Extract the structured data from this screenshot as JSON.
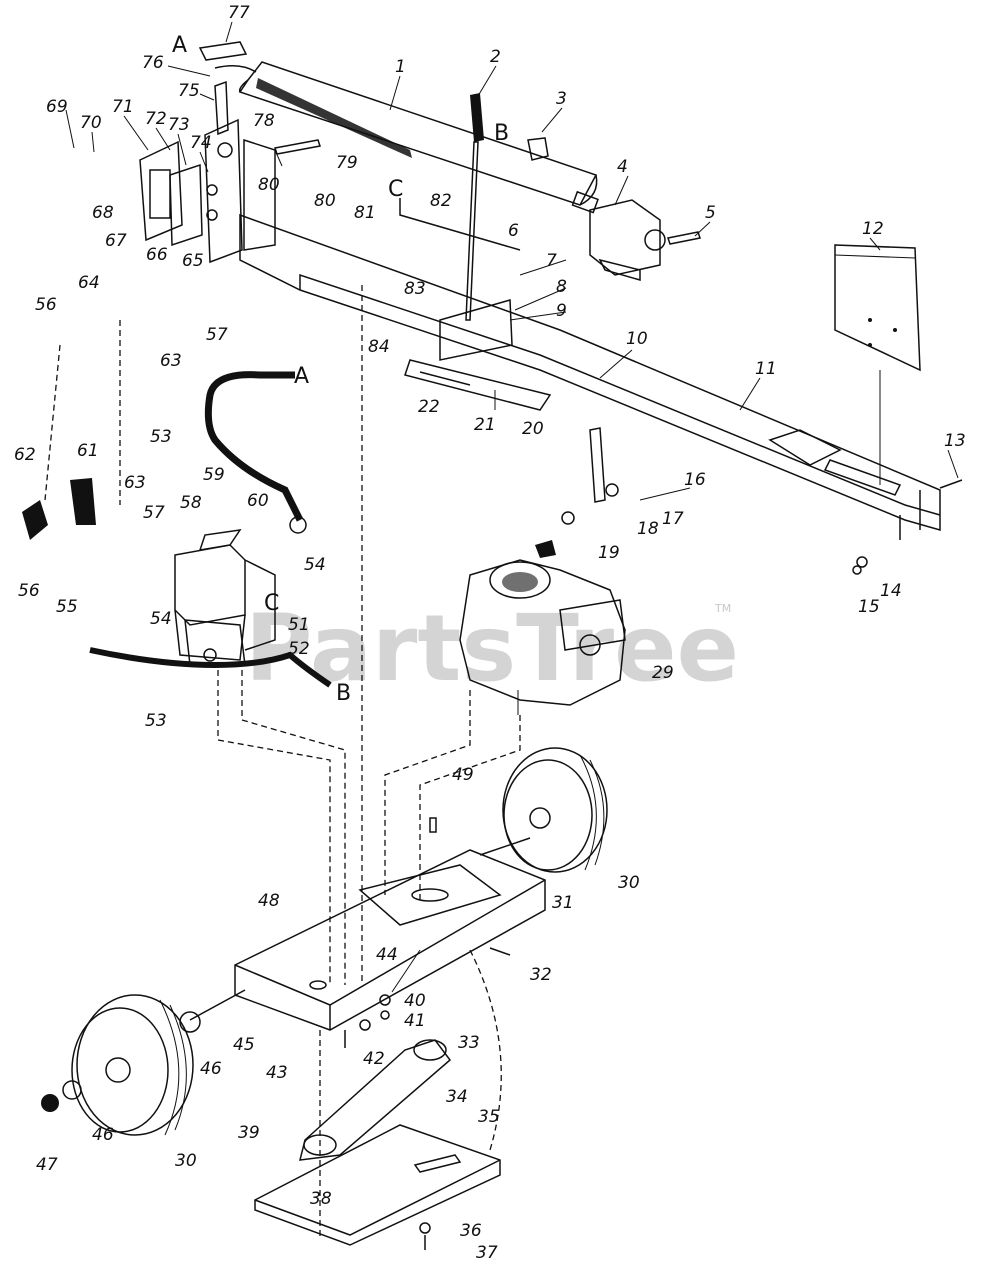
{
  "watermark": "PartsTree",
  "trademark": "TM",
  "connector_letters": [
    {
      "id": "A-top",
      "text": "A"
    },
    {
      "id": "B-top",
      "text": "B"
    },
    {
      "id": "C-top",
      "text": "C"
    },
    {
      "id": "A-hose",
      "text": "A"
    },
    {
      "id": "C-pump",
      "text": "C"
    },
    {
      "id": "B-hose",
      "text": "B"
    }
  ],
  "part_labels": [
    "77",
    "76",
    "75",
    "1",
    "2",
    "3",
    "69",
    "70",
    "71",
    "72",
    "73",
    "74",
    "78",
    "79",
    "4",
    "5",
    "68",
    "67",
    "66",
    "65",
    "80",
    "80",
    "82",
    "6",
    "81",
    "12",
    "7",
    "8",
    "9",
    "64",
    "56",
    "57",
    "83",
    "84",
    "10",
    "11",
    "63",
    "22",
    "21",
    "20",
    "13",
    "53",
    "62",
    "61",
    "63",
    "59",
    "16",
    "17",
    "18",
    "58",
    "60",
    "57",
    "19",
    "54",
    "56",
    "55",
    "51",
    "52",
    "29",
    "14",
    "15",
    "54",
    "53",
    "49",
    "30",
    "31",
    "48",
    "32",
    "44",
    "40",
    "41",
    "42",
    "43",
    "45",
    "46",
    "33",
    "34",
    "46",
    "35",
    "39",
    "47",
    "30",
    "38",
    "36",
    "37"
  ]
}
